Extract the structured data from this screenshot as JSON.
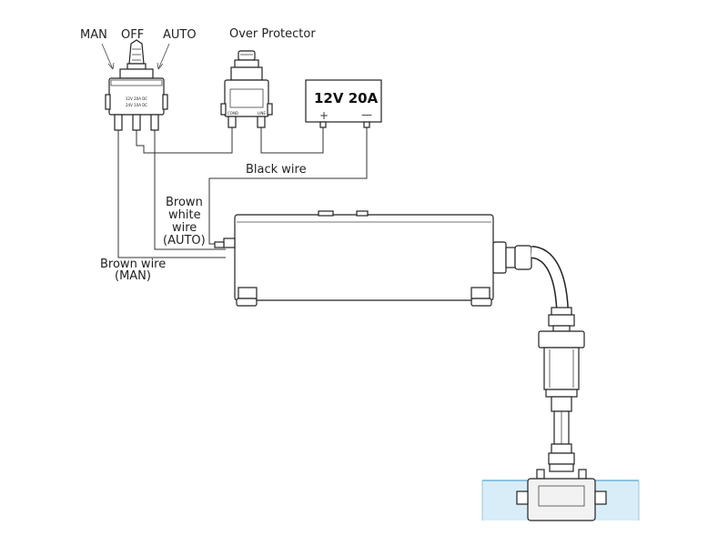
{
  "switch": {
    "pos_man": "MAN",
    "pos_off": "OFF",
    "pos_auto": "AUTO",
    "rating_line1": "12V 20A DC",
    "rating_line2": "24V 10A DC"
  },
  "protector": {
    "label": "Over Protector",
    "term_left": "COND",
    "term_right": "LINE"
  },
  "battery": {
    "label": "12V 20A",
    "plus": "+",
    "minus": "—"
  },
  "wires": {
    "black": "Black wire",
    "brown_white_1": "Brown",
    "brown_white_2": "white",
    "brown_white_3": "wire",
    "brown_white_4": "(AUTO)",
    "brown_1": "Brown wire",
    "brown_2": "(MAN)"
  },
  "colors": {
    "water": "#d8edf8",
    "water_line": "#6db3d8",
    "line": "#333333"
  }
}
